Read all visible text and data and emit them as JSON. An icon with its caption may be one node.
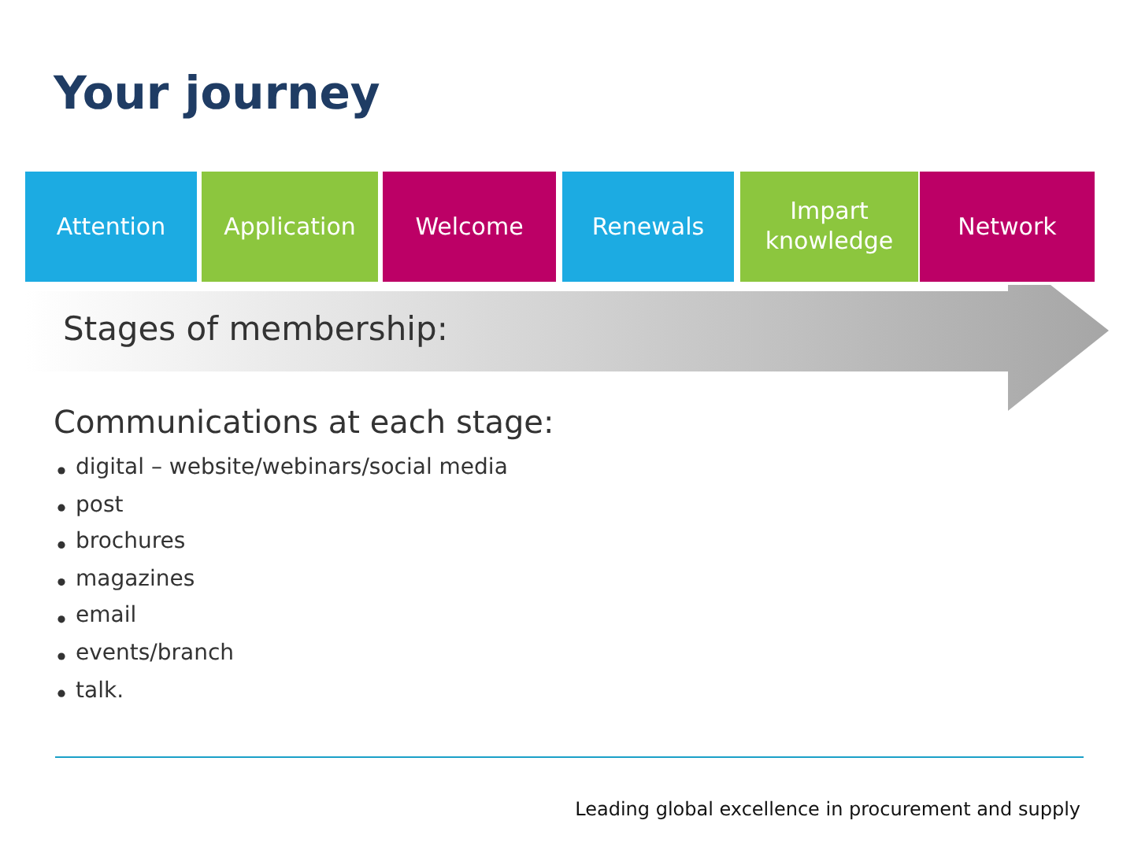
{
  "diagram": {
    "title": "Your journey",
    "nodes": [
      {
        "text": [
          "Stages of membership:"
        ]
      },
      {
        "text": [
          "Attention"
        ]
      },
      {
        "text": [
          "Application"
        ]
      },
      {
        "text": [
          "Welcome"
        ]
      },
      {
        "text": [
          "Renewals"
        ]
      },
      {
        "text": [
          "Impart knowledge"
        ]
      },
      {
        "text": [
          "Network"
        ]
      }
    ],
    "edges": [],
    "labels": [
      "Communications at each stage:",
      "digital – website/webinars/social media",
      "post",
      "brochures",
      "magazines",
      "email",
      "events/branch",
      "talk.",
      "Leading global excellence in procurement and supply"
    ]
  }
}
